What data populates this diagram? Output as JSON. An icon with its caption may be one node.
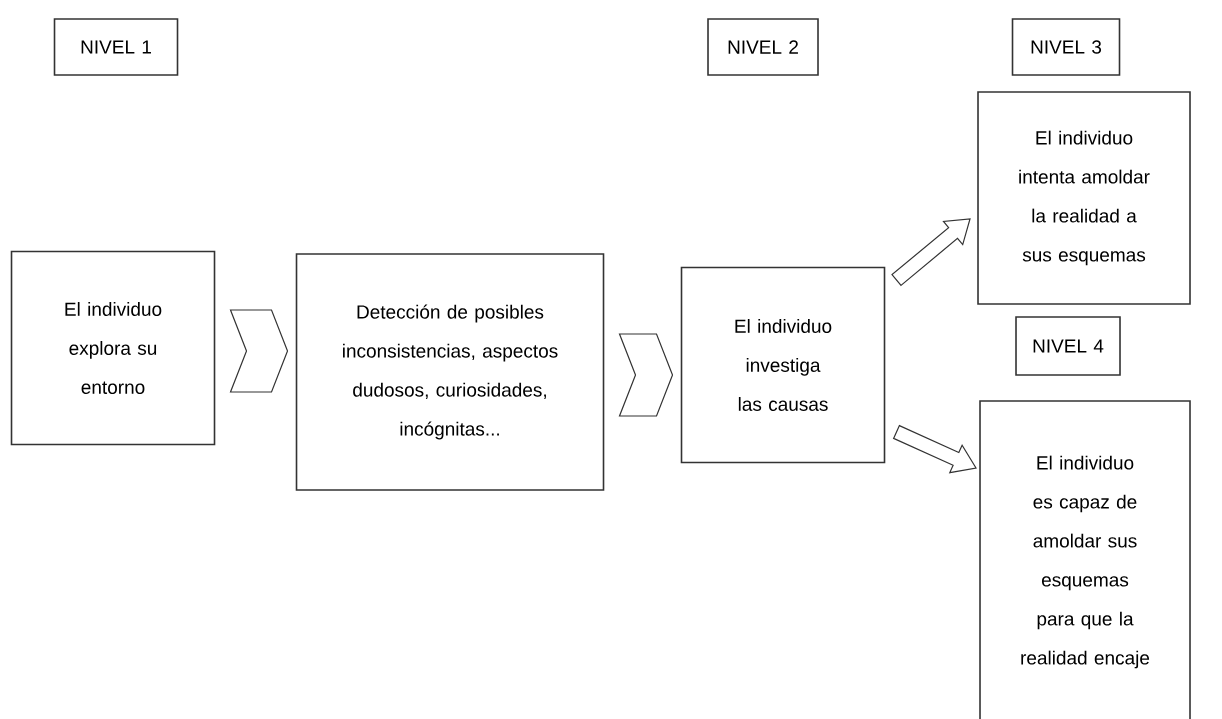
{
  "diagram": {
    "nodes": [
      {
        "text": [
          "NIVEL 1"
        ]
      },
      {
        "text": [
          "NIVEL 2"
        ]
      },
      {
        "text": [
          "NIVEL 3"
        ]
      },
      {
        "text": [
          "El individuo explora su entorno"
        ]
      },
      {
        "text": [
          "Detección de posibles inconsistencias, aspectos dudosos, curiosidades, incógnitas..."
        ]
      },
      {
        "text": [
          "El individuo investiga las causas"
        ]
      },
      {
        "text": [
          "El individuo intenta amoldar la realidad a sus esquemas"
        ]
      },
      {
        "text": [
          "NIVEL 4"
        ]
      },
      {
        "text": [
          "El individuo es capaz de amoldar sus esquemas para que la realidad encaje"
        ]
      }
    ],
    "edges": [
      {
        "from": 3,
        "to": 4,
        "arrow": "to"
      },
      {
        "from": 4,
        "to": 5,
        "arrow": "to"
      },
      {
        "from": 5,
        "to": 6,
        "arrow": "to"
      },
      {
        "from": 5,
        "to": 8,
        "arrow": "to"
      }
    ]
  }
}
